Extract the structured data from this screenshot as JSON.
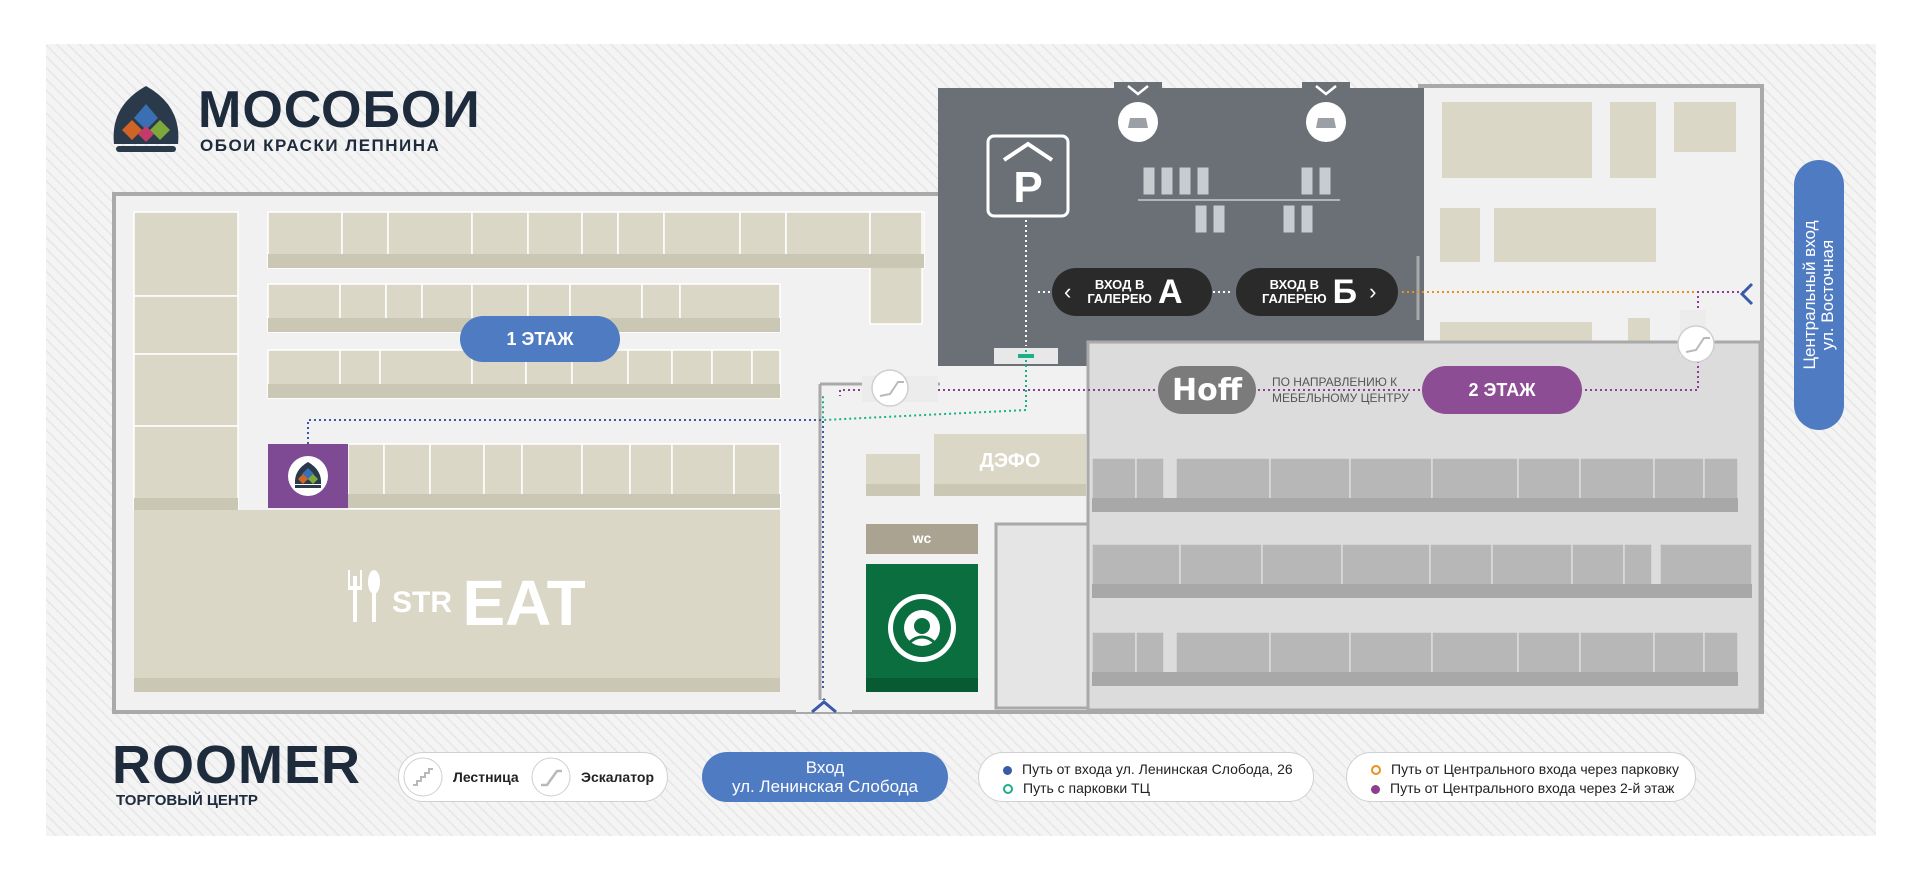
{
  "brand": {
    "name": "МОСОБОИ",
    "tagline": "ОБОИ КРАСКИ ЛЕПНИНА"
  },
  "mall": {
    "name": "ROOMER",
    "subtitle": "ТОРГОВЫЙ ЦЕНТР"
  },
  "floors": {
    "first": "1 ЭТАЖ",
    "second": "2 ЭТАЖ"
  },
  "gallery_a": {
    "line1": "ВХОД В",
    "line2": "ГАЛЕРЕЮ",
    "letter": "А"
  },
  "gallery_b": {
    "line1": "ВХОД В",
    "line2": "ГАЛЕРЕЮ",
    "letter": "Б"
  },
  "stores": {
    "hoff": "Hoff",
    "hoff_note_line1": "ПО НАПРАВЛЕНИЮ К",
    "hoff_note_line2": "МЕБЕЛЬНОМУ ЦЕНТРУ",
    "defo": "ДЭФО",
    "wc": "wc",
    "streat_small": "STR",
    "streat_big": "EAT"
  },
  "central_entrance": {
    "line1": "Центральный вход",
    "line2": "ул. Восточная"
  },
  "entrance_sloboda": {
    "line1": "Вход",
    "line2": "ул. Ленинская Слобода"
  },
  "legend": {
    "stairs": "Лестница",
    "escalator": "Эскалатор",
    "routes": [
      {
        "label": "Путь от входа ул. Ленинская Слобода, 26",
        "color": "#3a5aa8",
        "style": "dot"
      },
      {
        "label": "Путь с парковки ТЦ",
        "color": "#1bb08a",
        "style": "ring"
      },
      {
        "label": "Путь от Центрального входа через парковку",
        "color": "#e8921c",
        "style": "ring"
      },
      {
        "label": "Путь от Центрального входа через 2-й этаж",
        "color": "#8b3f8f",
        "style": "dot"
      }
    ]
  },
  "colors": {
    "floor1_pill": "#4f7bc3",
    "floor2_pill": "#8d4d94",
    "parking": "#6b7076",
    "shop": "#dad7c6",
    "starbucks": "#0a6e3e",
    "mosoboi_store": "#7d4a93",
    "central_pill": "#4f7bc3"
  },
  "icons": [
    "parking-icon",
    "car-entrance-icon",
    "escalator-icon",
    "stairs-icon",
    "fork-spoon-icon",
    "starbucks-logo",
    "mosoboi-logo",
    "chevron-left-icon",
    "chevron-right-icon",
    "chevron-up-icon",
    "chevron-down-icon"
  ]
}
